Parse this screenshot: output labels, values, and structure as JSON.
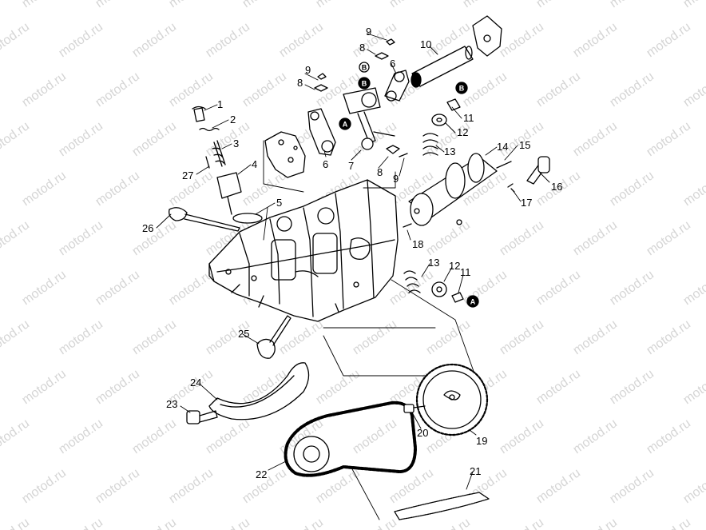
{
  "watermark": "motod.ru",
  "callouts": [
    "1",
    "2",
    "3",
    "4",
    "5",
    "6",
    "6",
    "7",
    "8",
    "8",
    "8",
    "9",
    "9",
    "9",
    "10",
    "11",
    "11",
    "12",
    "12",
    "13",
    "13",
    "14",
    "15",
    "16",
    "17",
    "18",
    "19",
    "20",
    "21",
    "22",
    "23",
    "24",
    "25",
    "26",
    "27"
  ],
  "letters": [
    "A",
    "A",
    "B",
    "B",
    "B"
  ]
}
